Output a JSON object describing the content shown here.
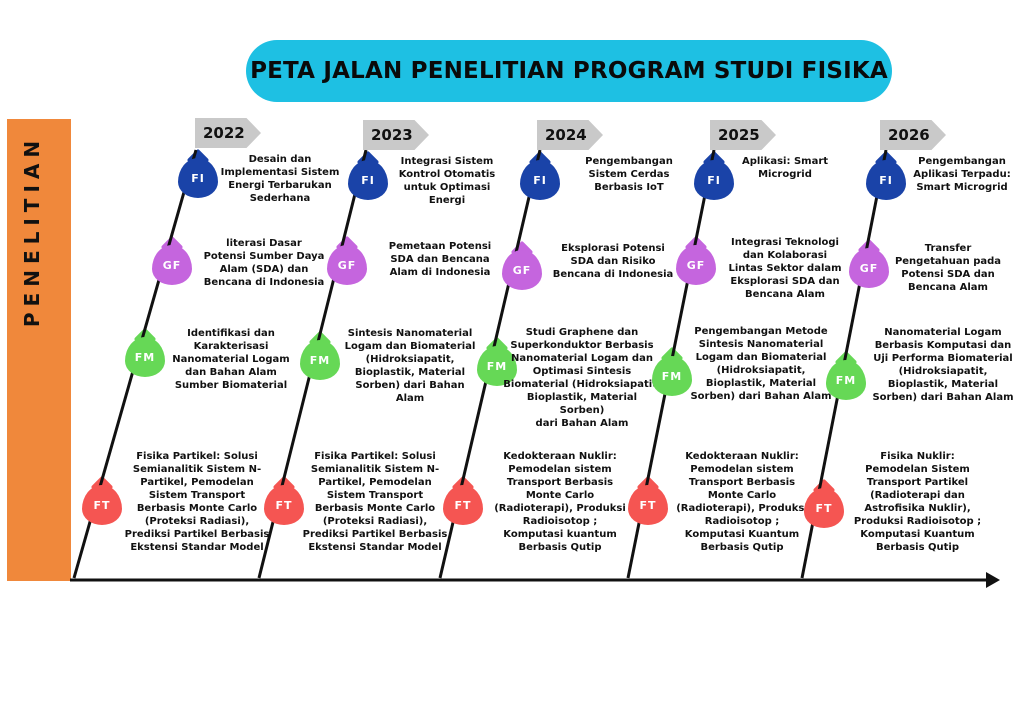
{
  "title": "PETA JALAN PENELITIAN PROGRAM STUDI FISIKA",
  "side_label": "PENELITIAN",
  "colors": {
    "title_bg": "#1ec0e3",
    "side_bar": "#f0883b",
    "FI": "#1a43a8",
    "GF": "#c565de",
    "FM": "#66d856",
    "FT": "#f55552",
    "year_tag": "#c9c9c9"
  },
  "columns": [
    {
      "year": "2022",
      "items": [
        {
          "code": "FI",
          "text": "Desain dan\nImplementasi Sistem\nEnergi Terbarukan\nSederhana"
        },
        {
          "code": "GF",
          "text": "literasi Dasar\nPotensi Sumber Daya\nAlam (SDA) dan\nBencana di Indonesia"
        },
        {
          "code": "FM",
          "text": "Identifikasi dan\nKarakterisasi\nNanomaterial Logam\ndan Bahan Alam\nSumber Biomaterial"
        },
        {
          "code": "FT",
          "text": "Fisika Partikel: Solusi\nSemianalitik Sistem N-\nPartikel, Pemodelan\nSistem Transport\nBerbasis Monte Carlo\n(Proteksi Radiasi),\nPrediksi Partikel Berbasis\nEkstensi Standar Model"
        }
      ]
    },
    {
      "year": "2023",
      "items": [
        {
          "code": "FI",
          "text": "Integrasi Sistem\nKontrol Otomatis\nuntuk Optimasi\nEnergi"
        },
        {
          "code": "GF",
          "text": "Pemetaan Potensi\nSDA dan Bencana\nAlam di Indonesia"
        },
        {
          "code": "FM",
          "text": "Sintesis Nanomaterial\nLogam dan Biomaterial\n(Hidroksiapatit,\nBioplastik, Material\nSorben) dari Bahan\nAlam"
        },
        {
          "code": "FT",
          "text": "Fisika Partikel: Solusi\nSemianalitik Sistem N-\nPartikel, Pemodelan\nSistem Transport\nBerbasis Monte Carlo\n(Proteksi Radiasi),\nPrediksi Partikel Berbasis\nEkstensi Standar Model"
        }
      ]
    },
    {
      "year": "2024",
      "items": [
        {
          "code": "FI",
          "text": "Pengembangan\nSistem Cerdas\nBerbasis IoT"
        },
        {
          "code": "GF",
          "text": "Eksplorasi Potensi\nSDA dan Risiko\nBencana di Indonesia"
        },
        {
          "code": "FM",
          "text": "Studi Graphene dan\nSuperkonduktor Berbasis\nNanomaterial Logam  dan\nOptimasi Sintesis\nBiomaterial (Hidroksiapatit,\nBioplastik, Material Sorben)\ndari Bahan Alam"
        },
        {
          "code": "FT",
          "text": "Kedokteraan Nuklir:\nPemodelan sistem\nTransport Berbasis\nMonte Carlo\n(Radioterapi), Produksi\nRadioisotop ;\nKomputasi kuantum\nBerbasis Qutip"
        }
      ]
    },
    {
      "year": "2025",
      "items": [
        {
          "code": "FI",
          "text": "Aplikasi: Smart\nMicrogrid"
        },
        {
          "code": "GF",
          "text": "Integrasi Teknologi\ndan Kolaborasi\nLintas Sektor dalam\nEksplorasi SDA dan\nBencana Alam"
        },
        {
          "code": "FM",
          "text": "Pengembangan Metode\nSintesis Nanomaterial\nLogam dan Biomaterial\n(Hidroksiapatit,\nBioplastik, Material\nSorben) dari Bahan Alam"
        },
        {
          "code": "FT",
          "text": "Kedokteraan Nuklir:\nPemodelan sistem\nTransport Berbasis\nMonte Carlo\n(Radioterapi), Produksi\nRadioisotop ;\nKomputasi Kuantum\nBerbasis Qutip"
        }
      ]
    },
    {
      "year": "2026",
      "items": [
        {
          "code": "FI",
          "text": "Pengembangan\nAplikasi Terpadu:\nSmart Microgrid"
        },
        {
          "code": "GF",
          "text": "Transfer\nPengetahuan pada\nPotensi SDA dan\nBencana Alam"
        },
        {
          "code": "FM",
          "text": "Nanomaterial Logam\nBerbasis Komputasi  dan\nUji Performa Biomaterial\n(Hidroksiapatit,\nBioplastik, Material\nSorben) dari Bahan Alam"
        },
        {
          "code": "FT",
          "text": "Fisika Nuklir:\nPemodelan Sistem\nTransport Partikel\n(Radioterapi dan\nAstrofisika Nuklir),\nProduksi Radioisotop ;\nKomputasi Kuantum\nBerbasis Qutip"
        }
      ]
    }
  ]
}
